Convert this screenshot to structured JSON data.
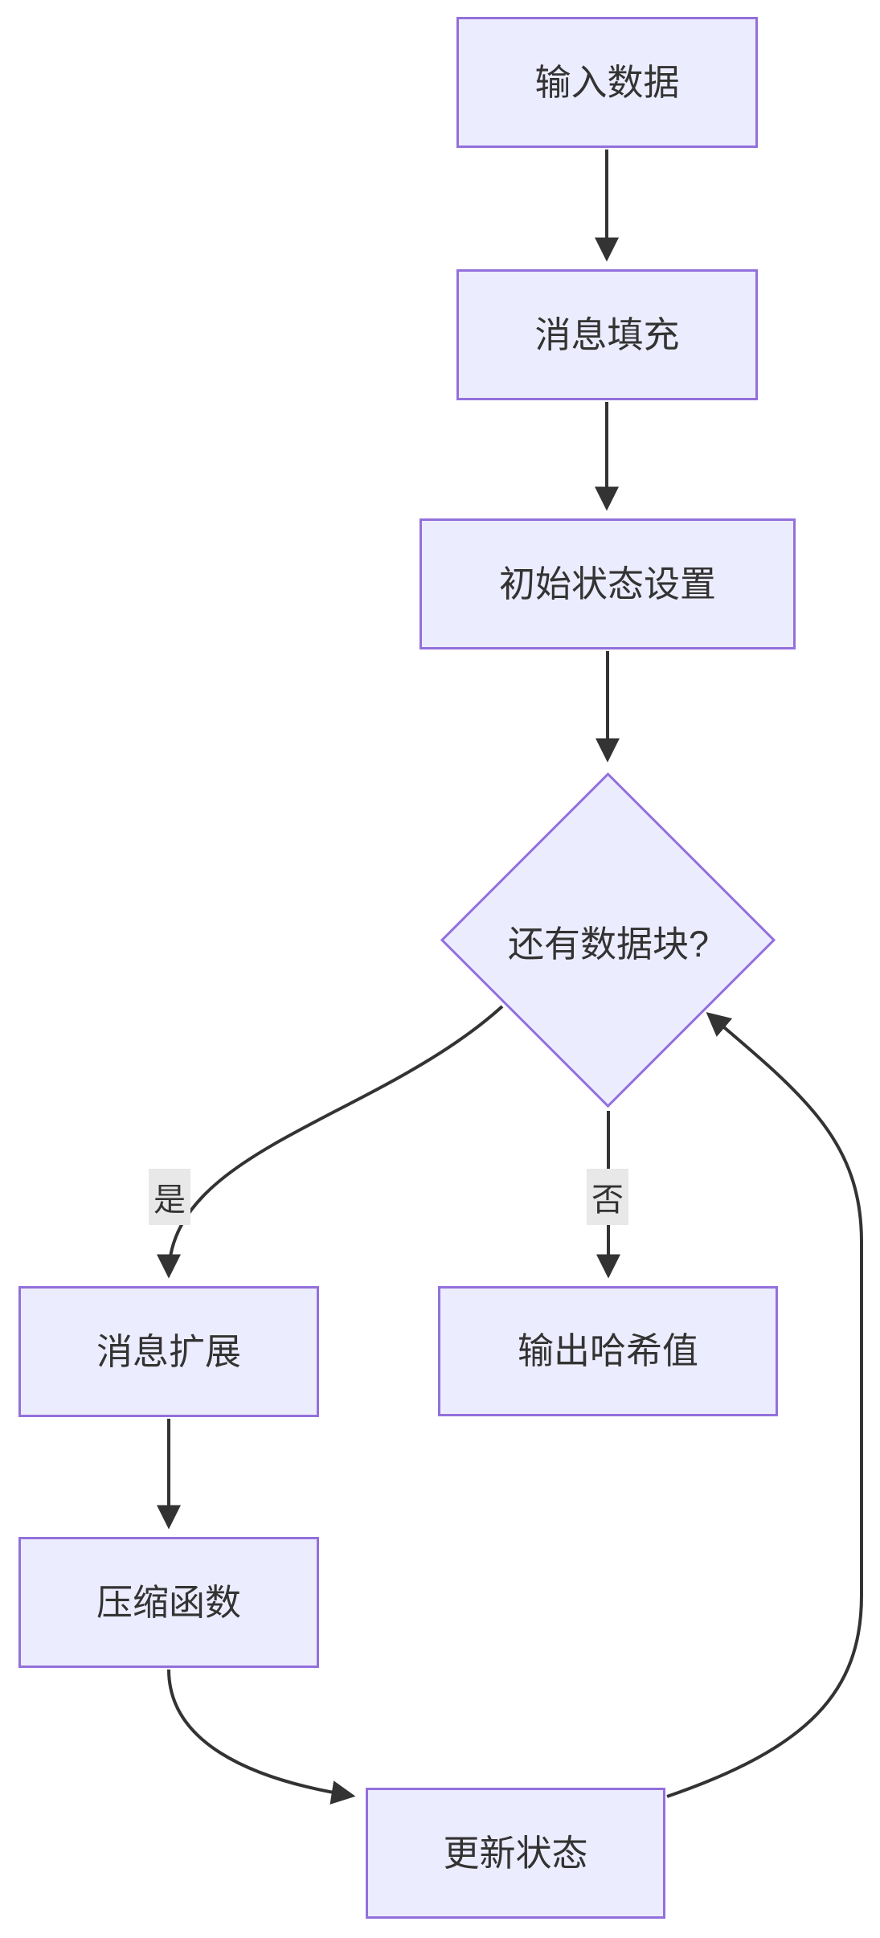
{
  "diagram": {
    "type": "flowchart",
    "direction": "top-down",
    "colors": {
      "node_fill": "#ECECFF",
      "node_border": "#9370DB",
      "edge_stroke": "#333333",
      "text": "#333333",
      "edge_label_bg": "#e8e8e8",
      "background": "#ffffff"
    },
    "nodes": [
      {
        "id": "input",
        "shape": "rect",
        "label": "输入数据"
      },
      {
        "id": "padding",
        "shape": "rect",
        "label": "消息填充"
      },
      {
        "id": "init",
        "shape": "rect",
        "label": "初始状态设置"
      },
      {
        "id": "decision",
        "shape": "diamond",
        "label": "还有数据块?"
      },
      {
        "id": "expand",
        "shape": "rect",
        "label": "消息扩展"
      },
      {
        "id": "output",
        "shape": "rect",
        "label": "输出哈希值"
      },
      {
        "id": "compress",
        "shape": "rect",
        "label": "压缩函数"
      },
      {
        "id": "update",
        "shape": "rect",
        "label": "更新状态"
      }
    ],
    "edges": [
      {
        "from": "input",
        "to": "padding",
        "label": ""
      },
      {
        "from": "padding",
        "to": "init",
        "label": ""
      },
      {
        "from": "init",
        "to": "decision",
        "label": ""
      },
      {
        "from": "decision",
        "to": "expand",
        "label": "是"
      },
      {
        "from": "decision",
        "to": "output",
        "label": "否"
      },
      {
        "from": "expand",
        "to": "compress",
        "label": ""
      },
      {
        "from": "compress",
        "to": "update",
        "label": ""
      },
      {
        "from": "update",
        "to": "decision",
        "label": ""
      }
    ]
  }
}
